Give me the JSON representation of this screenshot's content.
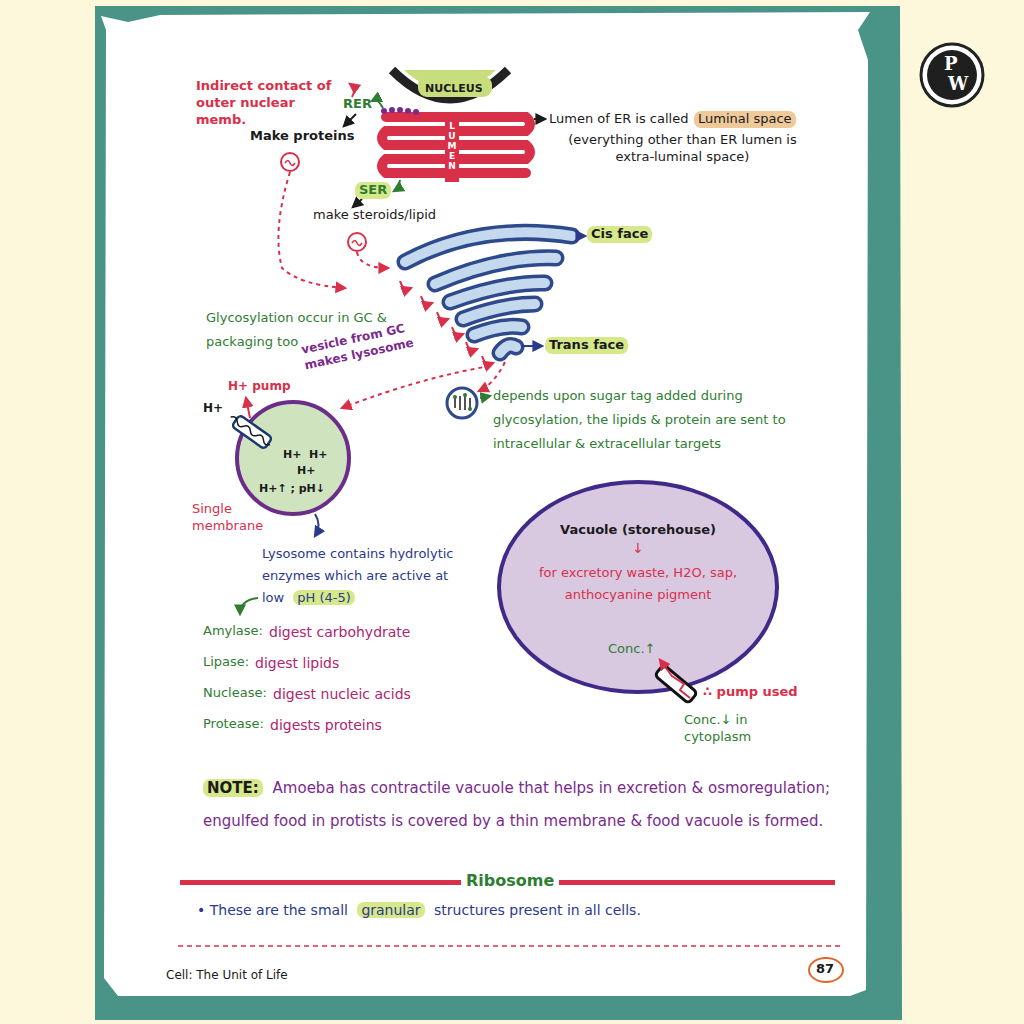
{
  "diagram": {
    "nodes": [
      {
        "text": [
          "NUCLEUS"
        ]
      },
      {
        "text": [
          "LUMEN"
        ]
      },
      {
        "text": [
          "H+",
          "H+",
          "H+",
          "H+↑ ; pH↓"
        ]
      },
      {
        "text": [
          "Vacuole (storehouse)",
          "↓",
          "for excretory waste, H2O, sap, anthocyanine pigment",
          "Conc.↑"
        ]
      }
    ],
    "labels": [
      "Indirect contact of outer nuclear memb.",
      "RER",
      "Make proteins",
      "Lumen of ER is called",
      "Luminal space",
      "(everything other than ER lumen is extra-luminal space)",
      "SER",
      "make steroids/lipid",
      "Cis face",
      "Glycosylation occur in GC & packaging too",
      "vesicle from GC makes lysosome",
      "Trans face",
      "depends upon sugar tag added during glycosylation, the lipids & protein are sent to intracellular & extracellular targets",
      "H+ pump",
      "H+",
      "Single membrane",
      "Lysosome contains hydrolytic enzymes which are active at low",
      "pH (4-5)",
      "Amylase:",
      "digest carbohydrate",
      "Lipase:",
      "digest lipids",
      "Nuclease:",
      "digest nucleic acids",
      "Protease:",
      "digests proteins",
      "∴ pump used",
      "Conc.↓ in cytoplasm",
      "NOTE:",
      "Amoeba has contractile vacuole that helps in excretion & osmoregulation; engulfed food in protists is covered by a thin membrane & food vacuole is formed.",
      "Ribosome",
      "• These are the small",
      "granular",
      "structures present in all cells.",
      "Cell: The Unit of Life",
      "87",
      "P",
      "W"
    ]
  }
}
